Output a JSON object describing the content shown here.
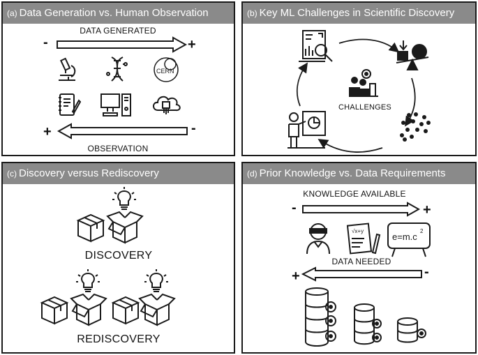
{
  "panels": {
    "a": {
      "tag": "(a)",
      "title": "Data Generation vs. Human Observation",
      "top_label": "DATA GENERATED",
      "bottom_label": "OBSERVATION",
      "top_minus": "-",
      "top_plus": "+",
      "bottom_plus": "+",
      "bottom_minus": "-",
      "cern_text": "CERN",
      "icons": [
        "microscope-icon",
        "dna-icon",
        "cern-logo-icon",
        "notebook-icon",
        "computer-icon",
        "cloud-chip-icon"
      ]
    },
    "b": {
      "tag": "(b)",
      "title": "Key ML Challenges in Scientific Discovery",
      "center_label": "CHALLENGES",
      "icons": [
        "report-magnifier-icon",
        "balance-scale-icon",
        "scatter-data-icon",
        "presenter-icon",
        "team-gear-icon"
      ]
    },
    "c": {
      "tag": "(c)",
      "title": "Discovery versus Rediscovery",
      "discovery_label": "DISCOVERY",
      "rediscovery_label": "REDISCOVERY"
    },
    "d": {
      "tag": "(d)",
      "title": "Prior Knowledge vs. Data Requirements",
      "top_label": "KNOWLEDGE AVAILABLE",
      "bottom_label": "DATA NEEDED",
      "top_minus": "-",
      "top_plus": "+",
      "bottom_plus": "+",
      "bottom_minus": "-",
      "formula_text": "e=m.c",
      "formula_exp": "2",
      "paper_text": "√x+y",
      "icons": [
        "blindfolded-person-icon",
        "formula-paper-icon",
        "chalkboard-icon",
        "database-large-icon",
        "database-medium-icon",
        "database-small-icon"
      ]
    }
  },
  "colors": {
    "header": "#8a8a8a",
    "stroke": "#1a1a1a"
  }
}
